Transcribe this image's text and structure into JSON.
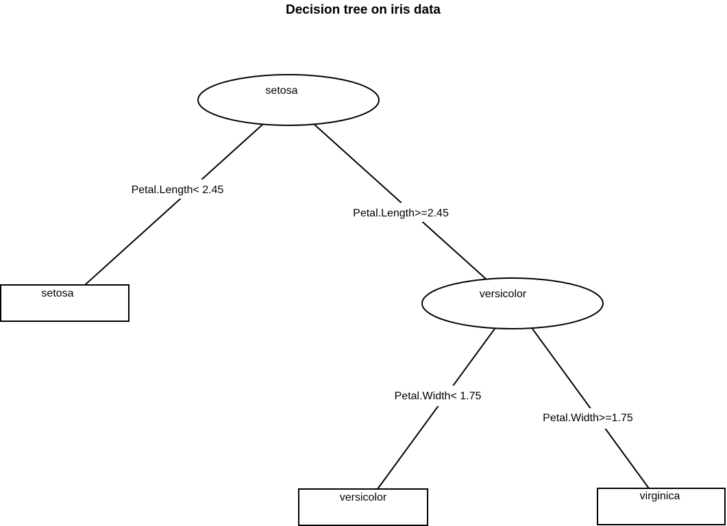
{
  "title": "Decision tree on iris data",
  "tree": {
    "root": {
      "label": "setosa",
      "shape": "ellipse"
    },
    "left_leaf": {
      "label": "setosa",
      "shape": "box"
    },
    "right_node": {
      "label": "versicolor",
      "shape": "ellipse"
    },
    "leaf_versicolor": {
      "label": "versicolor",
      "shape": "box"
    },
    "leaf_virginica": {
      "label": "virginica",
      "shape": "box"
    },
    "splits": {
      "root_left": "Petal.Length< 2.45",
      "root_right": "Petal.Length>=2.45",
      "node_left": "Petal.Width< 1.75",
      "node_right": "Petal.Width>=1.75"
    }
  },
  "colors": {
    "stroke": "#000000",
    "background": "#ffffff"
  }
}
